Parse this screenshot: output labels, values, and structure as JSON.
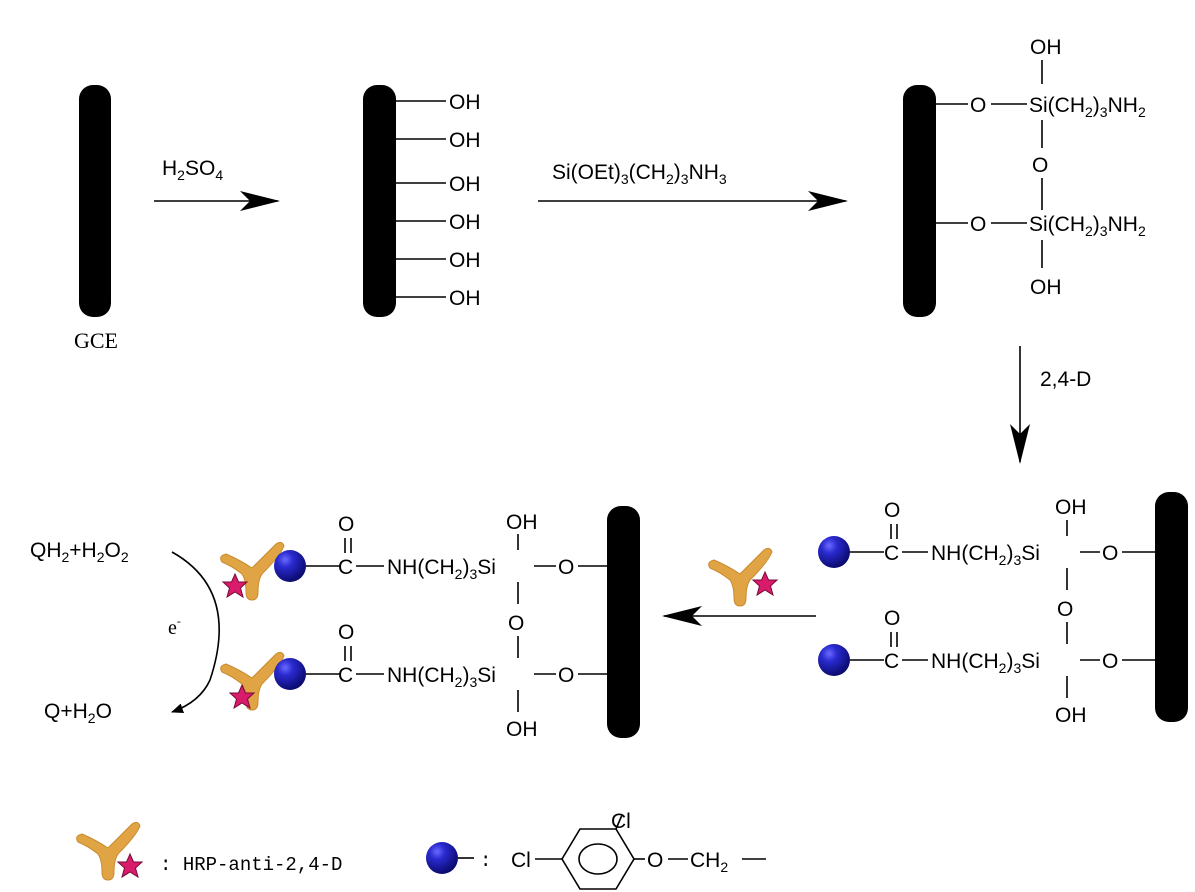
{
  "electrode_label": "GCE",
  "steps": {
    "step1_reagent": "H2SO4",
    "step2_reagent": "Si(OEt)3(CH2)3NH3",
    "step3_reagent": "2,4-D"
  },
  "groups": {
    "hydroxyl": "OH",
    "oxygen": "O",
    "silicon_chain": "Si(CH2)3NH2",
    "carbonyl_c": "C",
    "amide_chain": "NH(CH2)3Si",
    "chlorine": "Cl",
    "ch2": "CH2"
  },
  "redox": {
    "reactants": "QH2+H2O2",
    "products": "Q+H2O",
    "electron": "e-"
  },
  "legend": {
    "antibody_label": "HRP-anti-2,4-D",
    "hapten_label": ":"
  },
  "colors": {
    "electrode": "#000000",
    "antibody": "#E0A445",
    "star": "#D81B6A",
    "sphere": "#1A1AB0"
  }
}
